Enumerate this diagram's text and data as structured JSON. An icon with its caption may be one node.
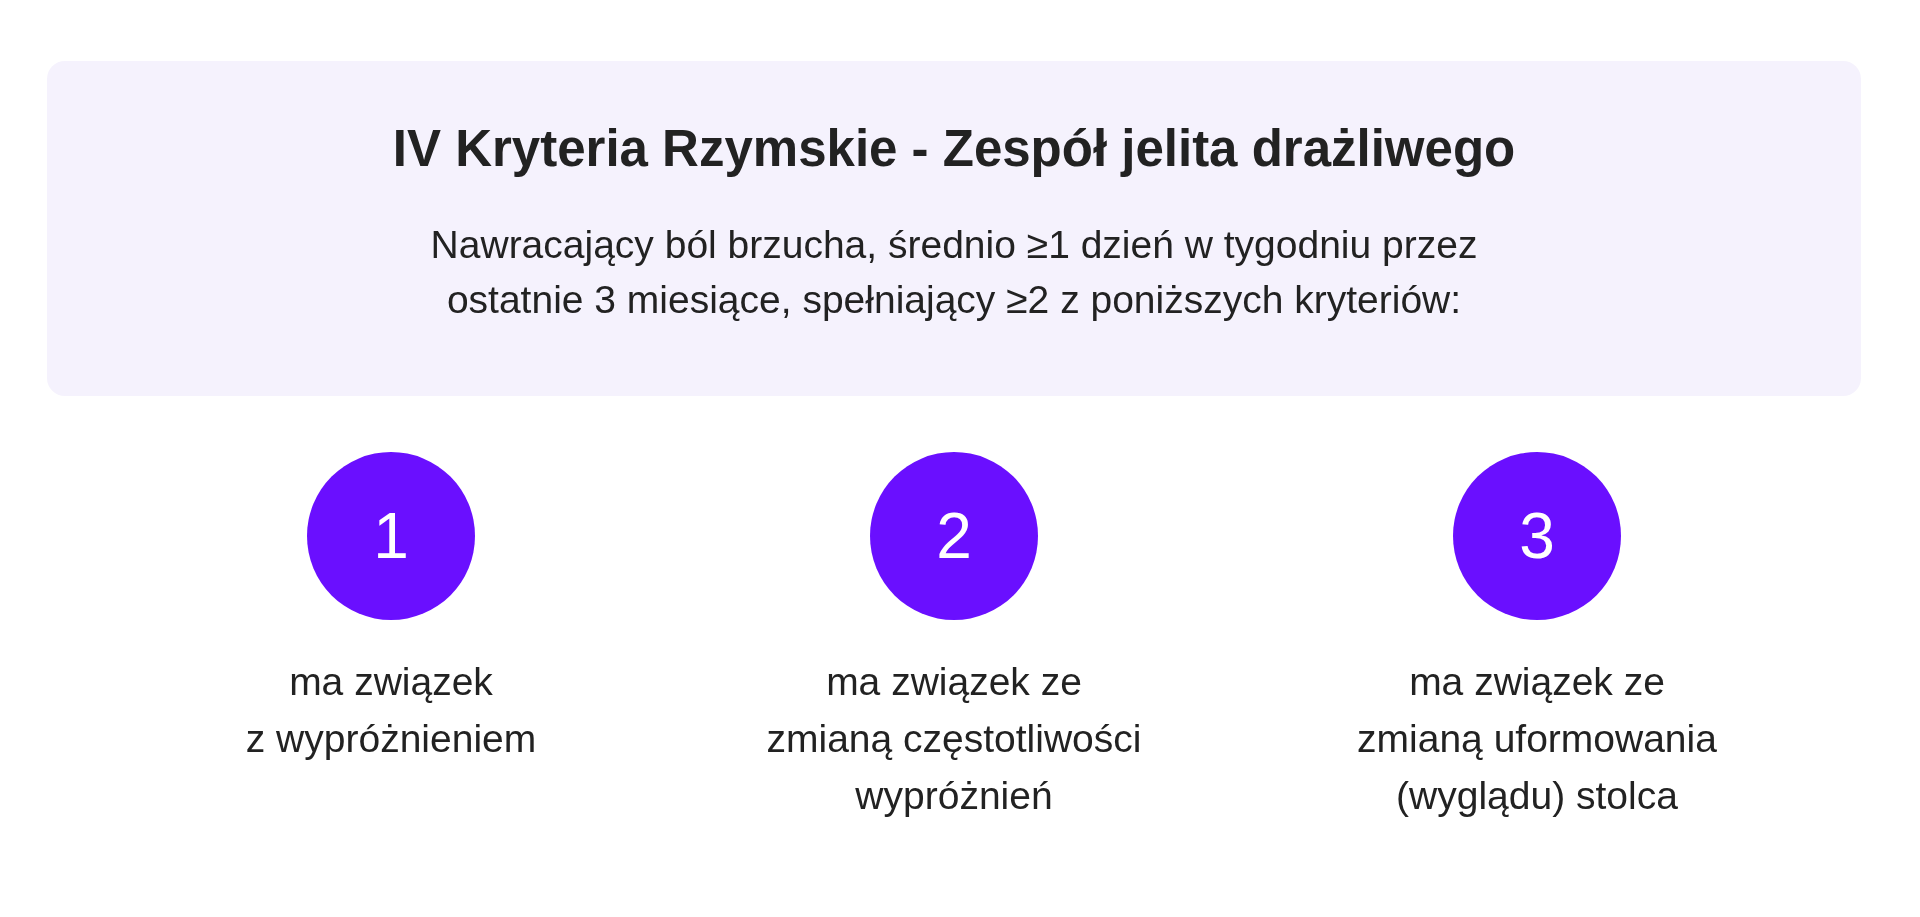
{
  "diagram": {
    "nodes": [
      {
        "text": [
          "IV Kryteria Rzymskie - Zespół jelita drażliwego",
          "Nawracający ból brzucha, średnio ≥1 dzień w tygodniu przez ostatnie 3 miesiące, spełniający ≥2 z poniższych kryteriów:"
        ]
      },
      {
        "text": [
          "1"
        ],
        "beside": [
          "ma związek z wypróżnieniem"
        ]
      },
      {
        "text": [
          "2"
        ],
        "beside": [
          "ma związek ze zmianą częstotliwości wypróżnień"
        ]
      },
      {
        "text": [
          "3"
        ],
        "beside": [
          "ma związek ze zmianą uformowania (wyglądu) stolca"
        ]
      }
    ]
  }
}
